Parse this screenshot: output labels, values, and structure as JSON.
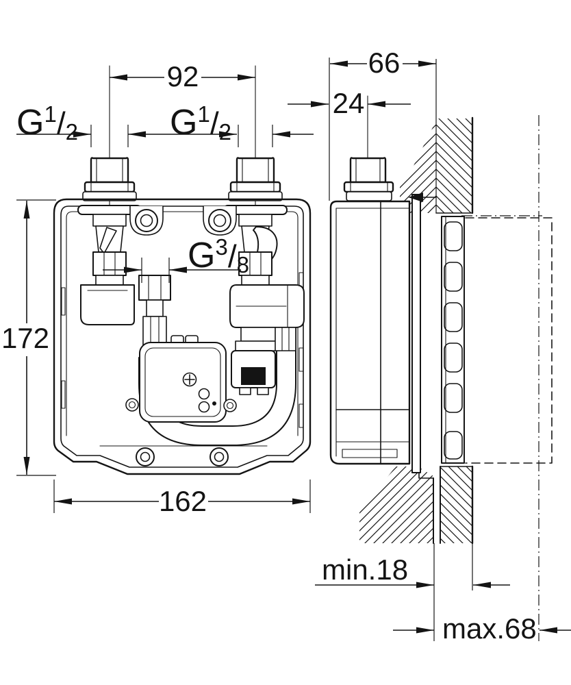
{
  "page": {
    "background": "#ffffff",
    "line_color": "#141414"
  },
  "drawing": {
    "type": "installation-dimension-drawing",
    "views": {
      "front": "rough-in mounting box front view",
      "side": "wall cross-section side view"
    },
    "dimensions": {
      "port_spacing": "92",
      "box_height": "172",
      "box_width": "162",
      "depth_to_wall": "66",
      "stub_offset": "24",
      "min_depth": "min.18",
      "max_depth": "max.68"
    },
    "thread_labels": {
      "inlet_left": {
        "prefix": "G",
        "numerator": "1",
        "denominator": "2"
      },
      "inlet_right": {
        "prefix": "G",
        "numerator": "1",
        "denominator": "2"
      },
      "hose": {
        "prefix": "G",
        "numerator": "3",
        "denominator": "8"
      }
    },
    "features": {
      "rail_slot_count": 6,
      "wall_hatch": "double 45-degree section hatching",
      "reference_lines": [
        "dash-dot finished-product axis",
        "dashed trim envelope"
      ]
    }
  }
}
